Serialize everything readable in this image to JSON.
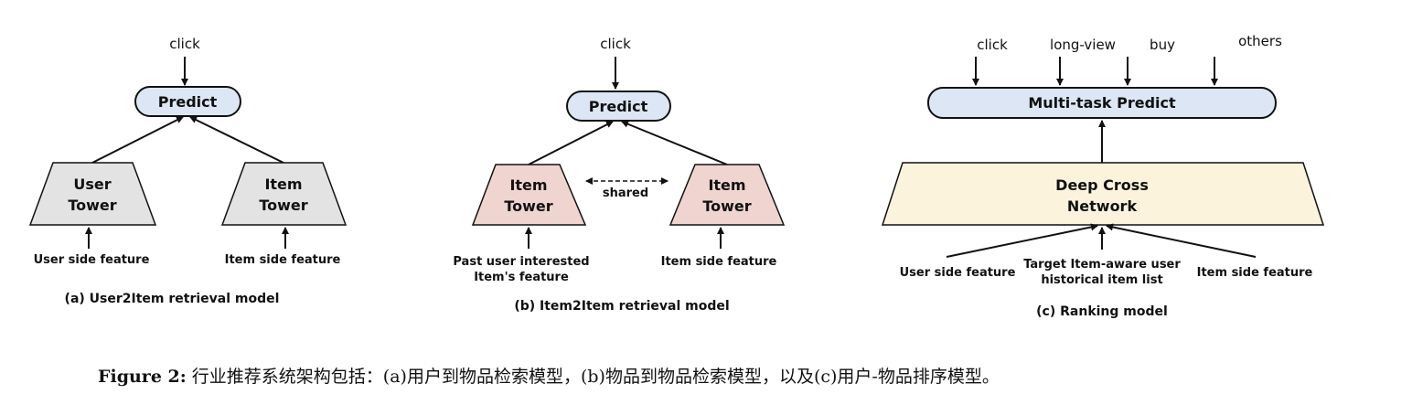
{
  "colors": {
    "predict_fill": "#dce6f4",
    "retrieval_tower_fill": "#e3e3e3",
    "item_tower_fill": "#f0d4d0",
    "dcn_fill": "#fbf3dc"
  },
  "panel_a": {
    "target": "click",
    "predict": "Predict",
    "left_tower": [
      "User",
      "Tower"
    ],
    "right_tower": [
      "Item",
      "Tower"
    ],
    "left_input": "User side feature",
    "right_input": "Item side feature",
    "caption": "(a) User2Item retrieval model"
  },
  "panel_b": {
    "target": "click",
    "predict": "Predict",
    "left_tower": [
      "Item",
      "Tower"
    ],
    "right_tower": [
      "Item",
      "Tower"
    ],
    "shared": "shared",
    "left_input": [
      "Past user interested",
      "Item's feature"
    ],
    "right_input": "Item side feature",
    "caption": "(b) Item2Item retrieval model"
  },
  "panel_c": {
    "targets": [
      "click",
      "long-view",
      "buy",
      "others"
    ],
    "predict": "Multi-task Predict",
    "network": [
      "Deep Cross",
      "Network"
    ],
    "inputs": {
      "user": "User side feature",
      "history": [
        "Target Item-aware user",
        "historical item list"
      ],
      "item": "Item side feature"
    },
    "caption": "(c) Ranking model"
  },
  "figure_caption": {
    "label": "Figure 2:",
    "text": " 行业推荐系统架构包括：(a)用户到物品检索模型，(b)物品到物品检索模型，以及(c)用户-物品排序模型。"
  }
}
